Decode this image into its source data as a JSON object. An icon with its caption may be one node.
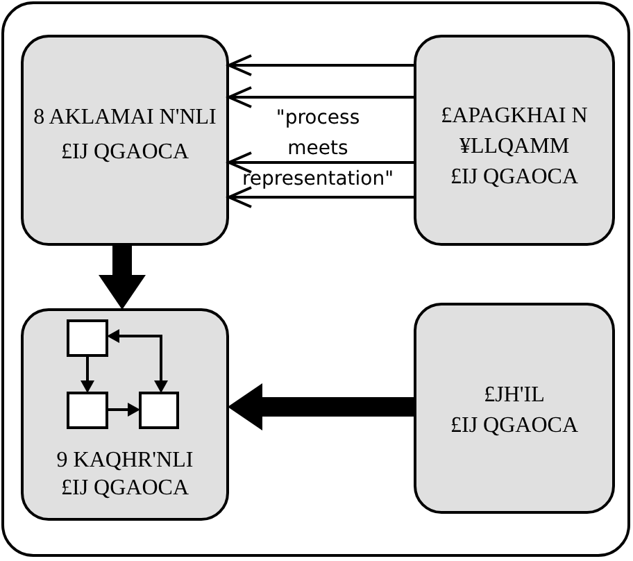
{
  "diagram": {
    "nodes": [
      {
        "text": [
          "8 AKLAMAI N'NLI £IJ QGAOCA"
        ]
      },
      {
        "text": [
          "£APAGKHAI N ¥LLQAMM £IJ QGAOCA"
        ]
      },
      {
        "text": [
          "9 KAQHR'NLI £IJ QGAOCA"
        ]
      },
      {
        "text": [],
        "shape": "box",
        "in": 2
      },
      {
        "text": [],
        "shape": "box",
        "in": 2
      },
      {
        "text": [],
        "shape": "box",
        "in": 2
      },
      {
        "text": [
          "£JH'IL £IJ QGAOCA"
        ]
      }
    ],
    "edges": [
      {
        "from": 1,
        "to": 0,
        "arrow": "to"
      },
      {
        "from": 1,
        "to": 0,
        "arrow": "to"
      },
      {
        "from": 1,
        "to": 0,
        "arrow": "to"
      },
      {
        "from": 1,
        "to": 0,
        "arrow": "to"
      },
      {
        "from": 0,
        "to": 2,
        "arrow": "to",
        "style": "thick"
      },
      {
        "from": 6,
        "to": 2,
        "arrow": "to",
        "style": "thick"
      },
      {
        "from": 3,
        "to": 4,
        "arrow": "to"
      },
      {
        "from": 4,
        "to": 5,
        "arrow": "to"
      },
      {
        "from": 5,
        "to": 3,
        "arrow": "both"
      }
    ],
    "labels": [
      "\"process meets representation\""
    ]
  }
}
